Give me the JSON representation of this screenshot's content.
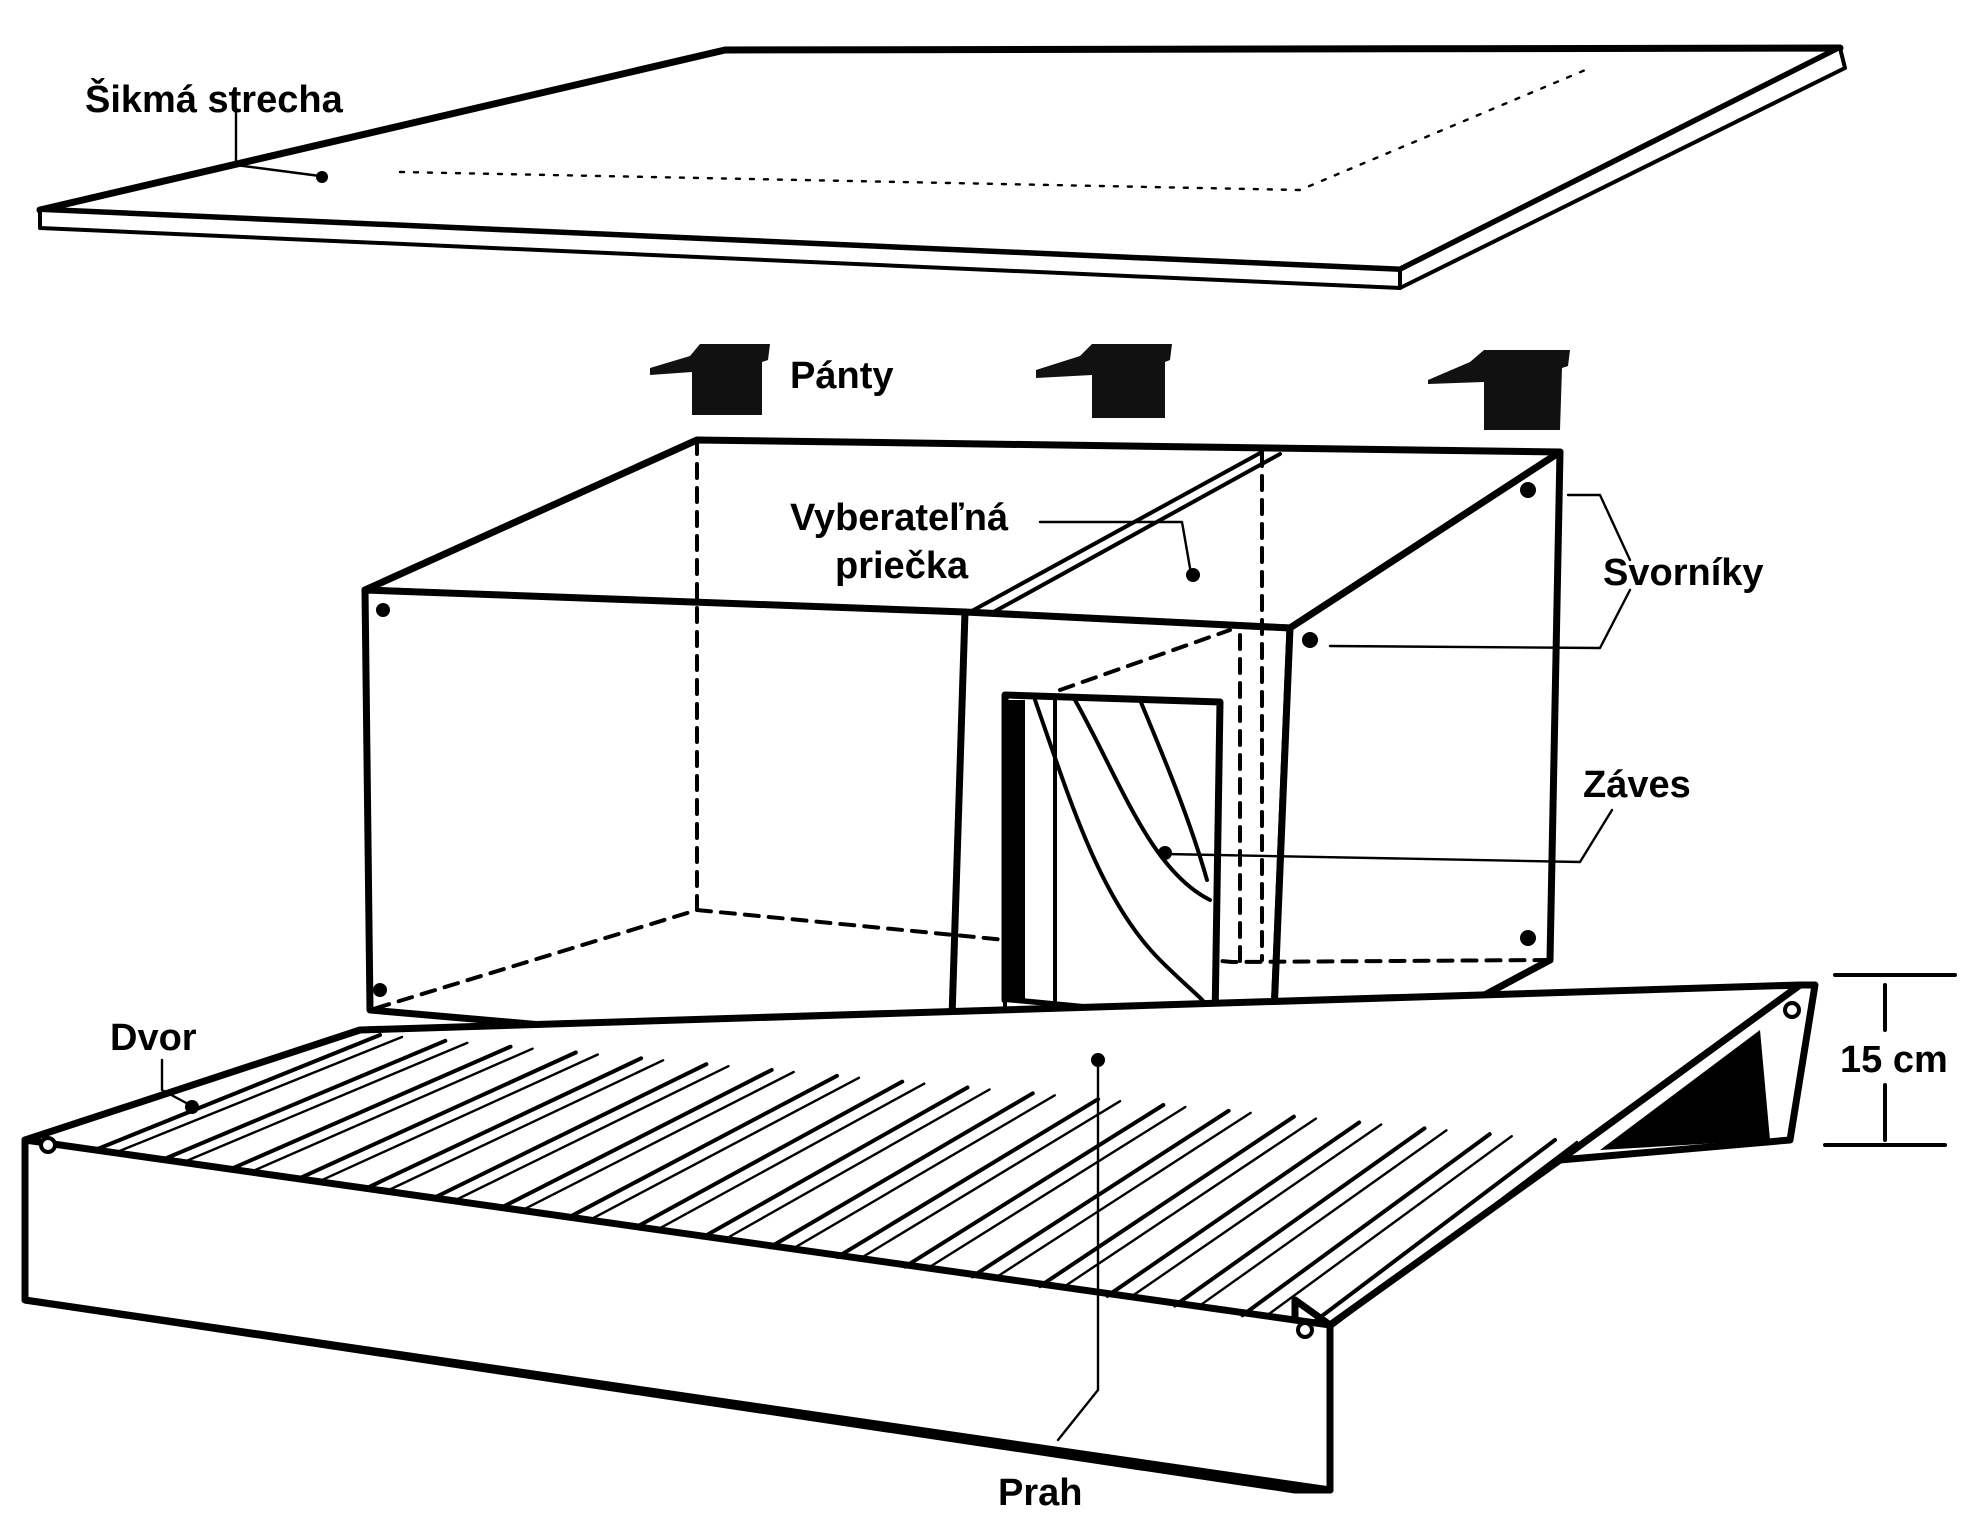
{
  "diagram": {
    "type": "exploded-view technical drawing",
    "subject": "nest box with removable partition",
    "colors": {
      "ink": "#000000",
      "background": "#ffffff"
    },
    "labels": {
      "roof": "Šikmá strecha",
      "hinges": "Pánty",
      "partition_line1": "Vyberateľná",
      "partition_line2": "priečka",
      "bolts": "Svorníky",
      "curtain": "Záves",
      "yard": "Dvor",
      "threshold": "Prah",
      "height_dimension": "15 cm"
    },
    "parts": [
      {
        "id": "roof",
        "label_key": "roof"
      },
      {
        "id": "hinges",
        "label_key": "hinges",
        "count": 3
      },
      {
        "id": "partition",
        "label_key": "partition"
      },
      {
        "id": "bolts",
        "label_key": "bolts"
      },
      {
        "id": "curtain",
        "label_key": "curtain"
      },
      {
        "id": "yard",
        "label_key": "yard"
      },
      {
        "id": "threshold",
        "label_key": "threshold"
      }
    ],
    "dimension": {
      "value": 15,
      "unit": "cm",
      "describes": "height of slatted yard platform"
    }
  }
}
